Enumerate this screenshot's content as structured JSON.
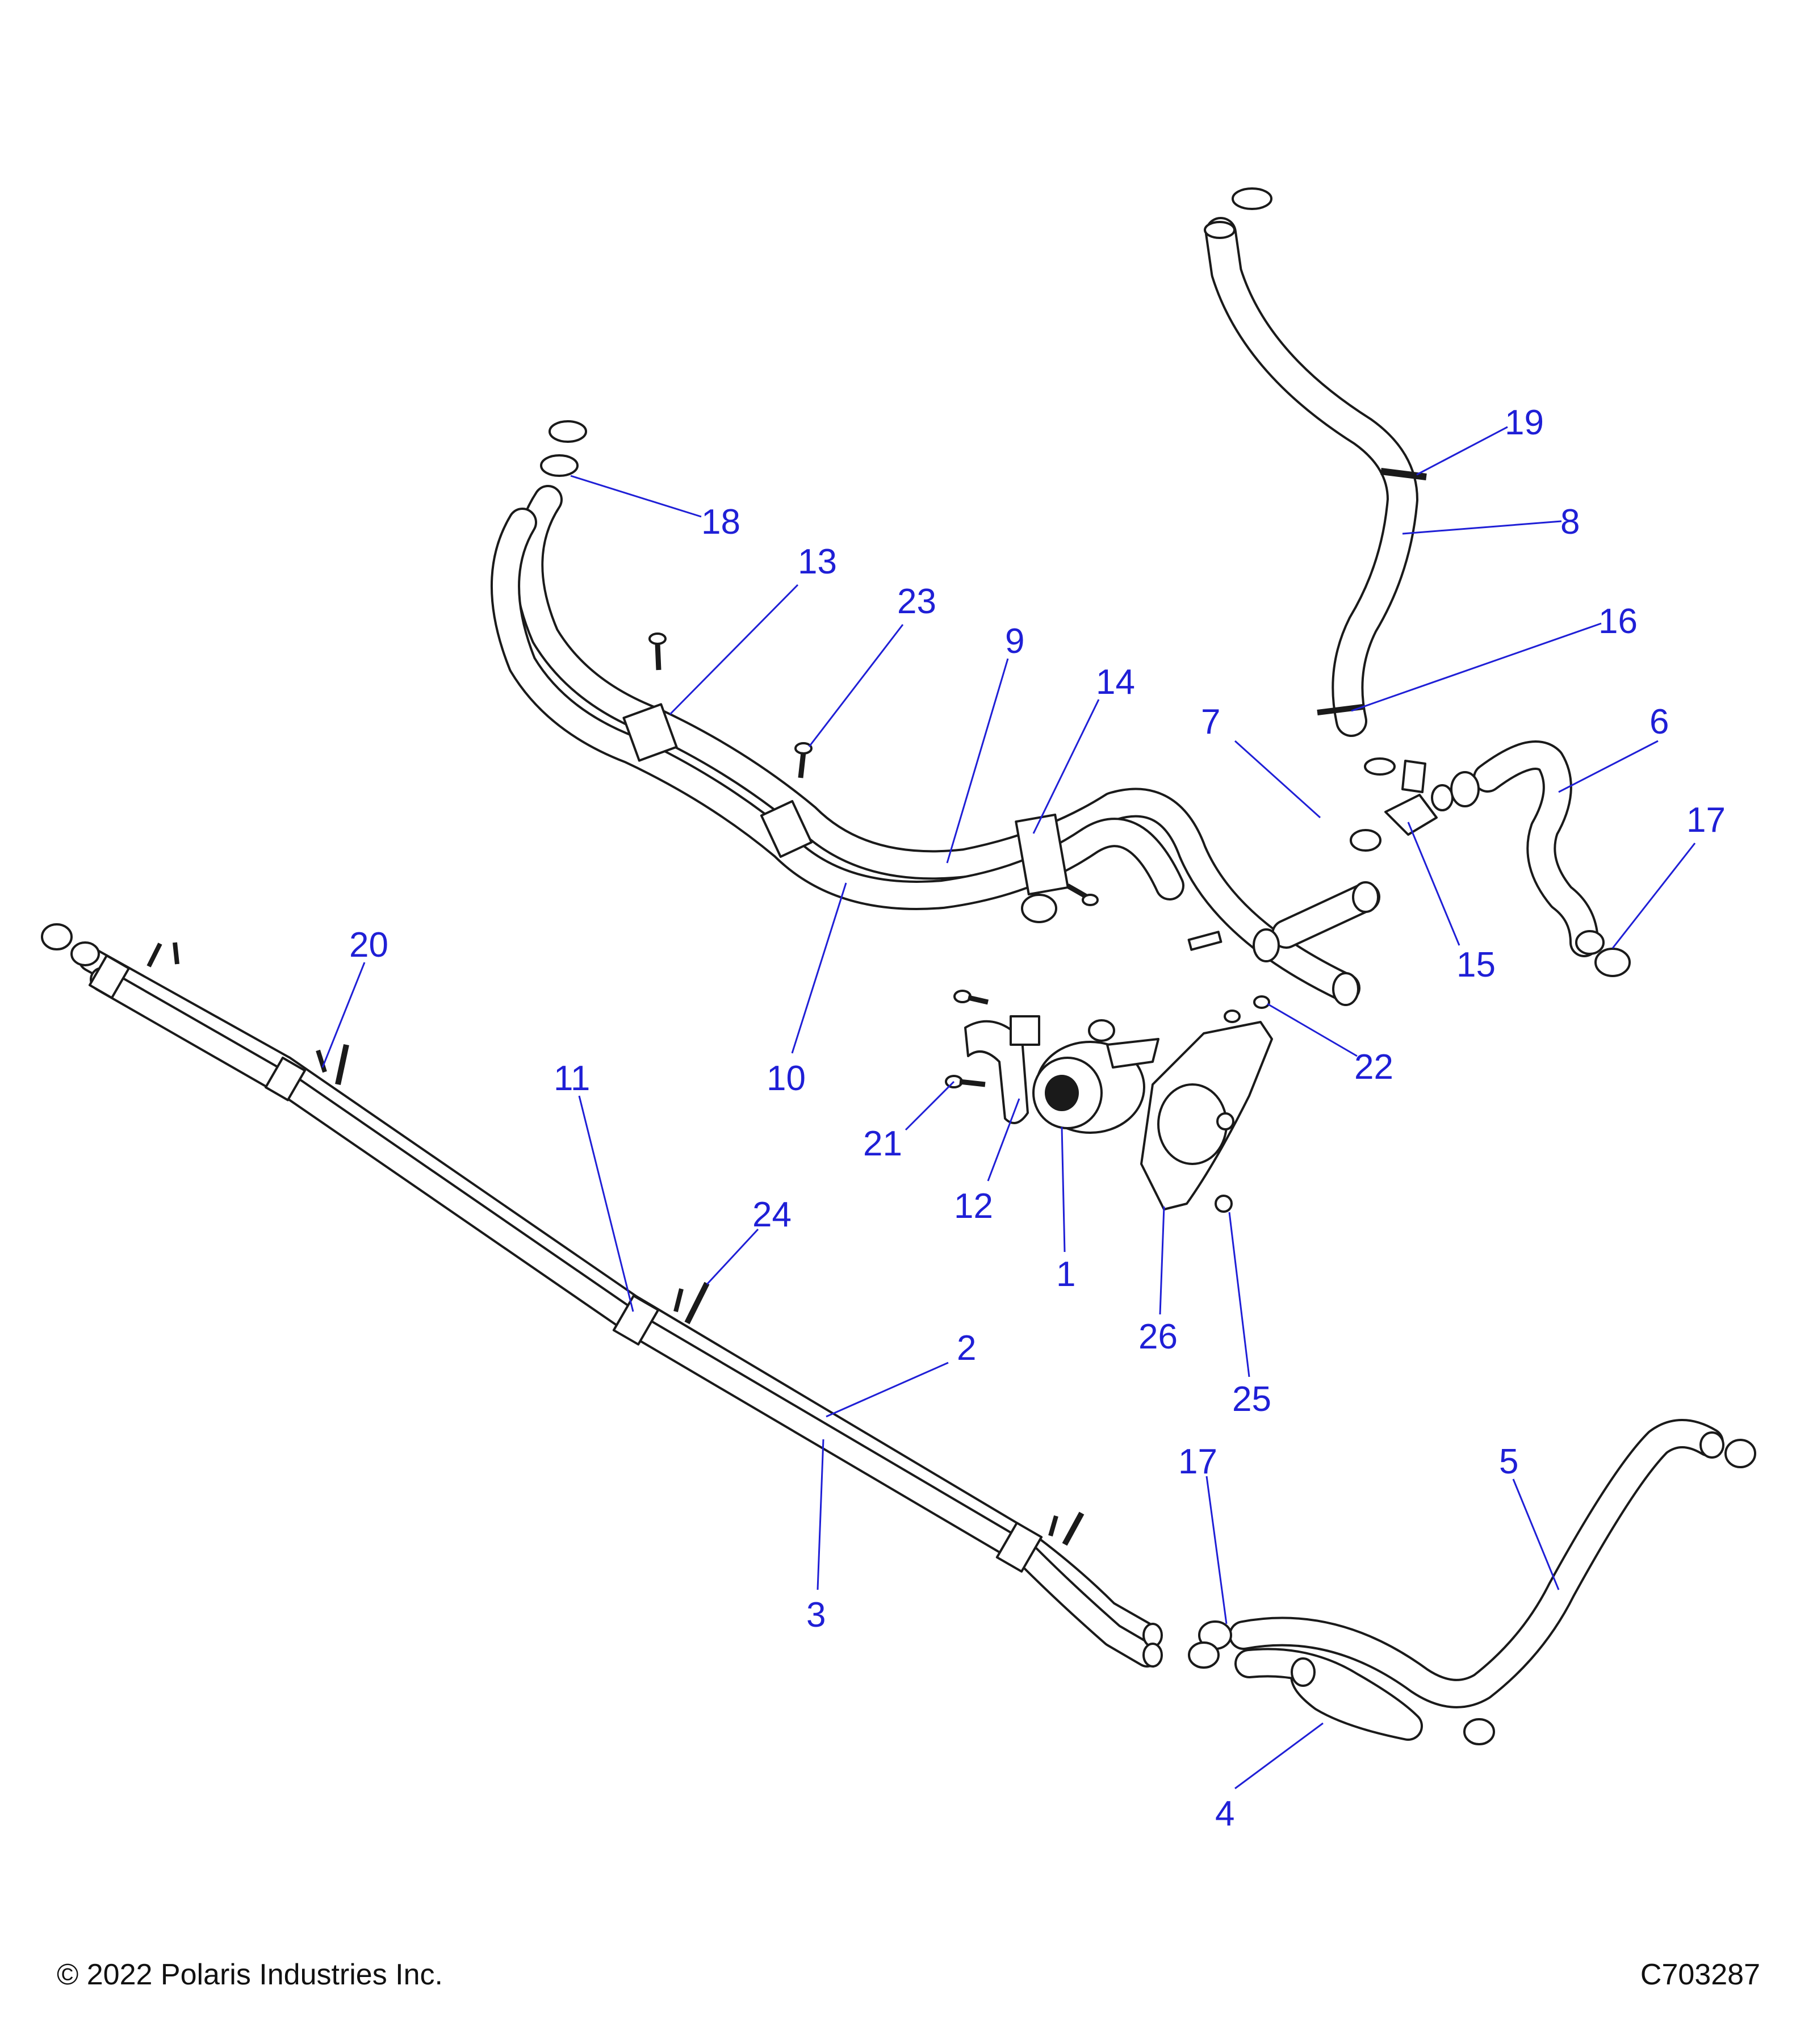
{
  "footer": {
    "copyright": "© 2022 Polaris Industries Inc.",
    "figure_id": "C703287"
  },
  "callouts": {
    "c1": "1",
    "c2": "2",
    "c3": "3",
    "c4": "4",
    "c5": "5",
    "c6": "6",
    "c7": "7",
    "c8": "8",
    "c9": "9",
    "c10": "10",
    "c11": "11",
    "c12": "12",
    "c13": "13",
    "c14": "14",
    "c15": "15",
    "c16": "16",
    "c17a": "17",
    "c17b": "17",
    "c18": "18",
    "c19": "19",
    "c20": "20",
    "c21": "21",
    "c22": "22",
    "c23": "23",
    "c24": "24",
    "c25": "25",
    "c26": "26"
  },
  "colors": {
    "callout": "#1f1fd6",
    "line": "#1a1a1a",
    "background": "#ffffff"
  }
}
